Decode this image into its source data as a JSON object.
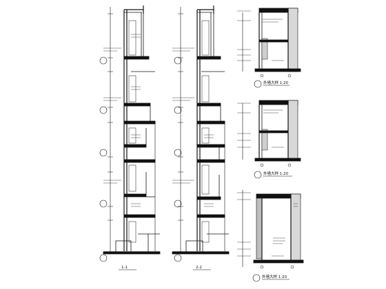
{
  "drawing": {
    "left_sections": {
      "section_a_caption": "1-1",
      "section_b_caption": "2-2"
    },
    "right_details": {
      "detail_1_caption": "外墙大样 1:20",
      "detail_2_caption": "外墙大样 1:20",
      "detail_3_caption": "外墙大样 1:20"
    }
  }
}
